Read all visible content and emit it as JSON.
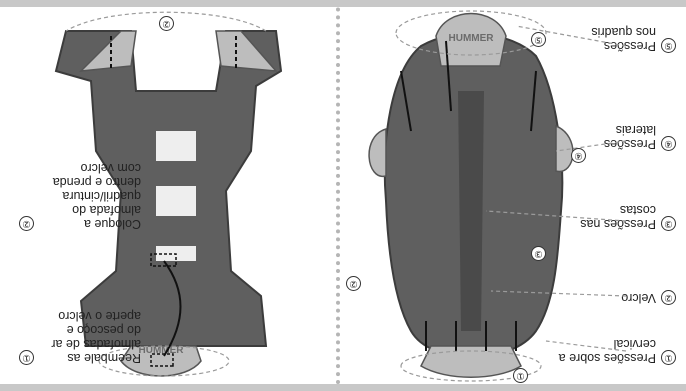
{
  "left_panel": {
    "markers": [
      "①",
      "②",
      "③",
      "④",
      "⑤"
    ],
    "steps": [
      {
        "lines": [
          "Pressões sobre a",
          "cervical"
        ]
      },
      {
        "lines": [
          "Velcro"
        ]
      },
      {
        "lines": [
          "Pressões nas",
          "costas"
        ]
      },
      {
        "lines": [
          "Pressões",
          "laterais"
        ]
      },
      {
        "lines": [
          "Pressões",
          "nos quadris"
        ]
      }
    ]
  },
  "right_panel": {
    "markers": [
      "①",
      "②"
    ],
    "steps": [
      {
        "lines": [
          "Reembale as",
          "almofadas de ar",
          "do pescoço e",
          "aperte o velcro"
        ]
      },
      {
        "lines": [
          "Coloque a",
          "almofada do",
          "quadril/cintura",
          "dentro e prenda",
          "com velcro"
        ]
      }
    ]
  },
  "figure_markers": [
    "①",
    "②",
    "③",
    "④",
    "⑤"
  ],
  "pad_logo": "HUMMER",
  "colors": {
    "frame": "#c8c8c8",
    "divider": "#b5b5b5",
    "body": "#5f5f5f",
    "padding": "#bdbdbd",
    "guide": "#9a9a9a"
  }
}
